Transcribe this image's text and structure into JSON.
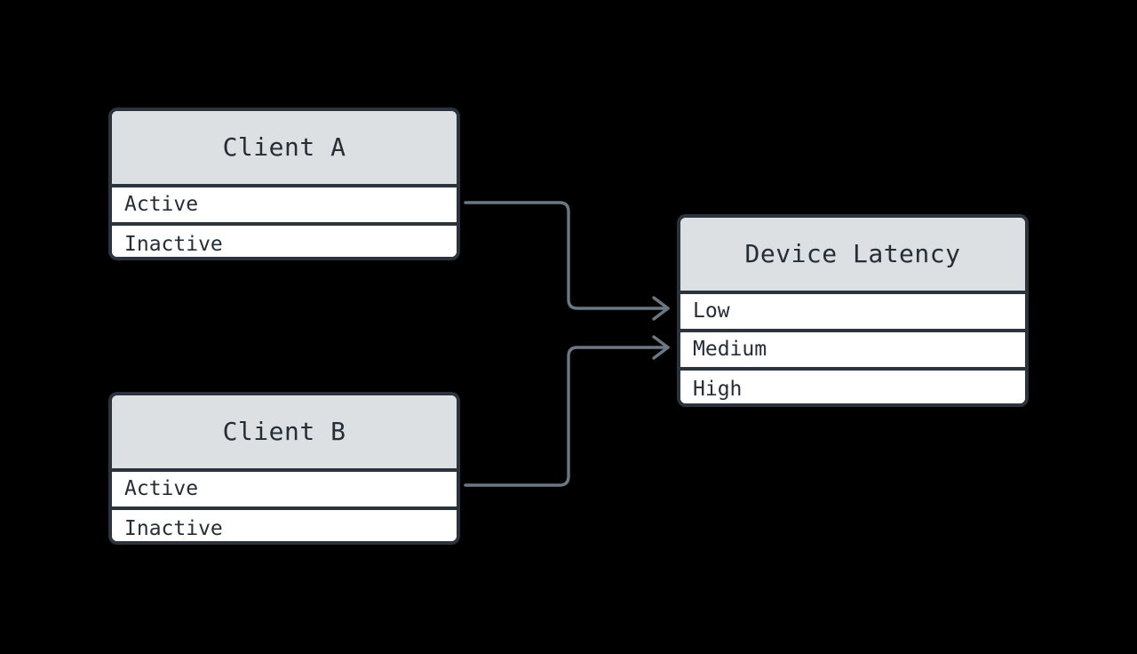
{
  "diagram": {
    "background_color": "#000000",
    "entity_border_color": "#2b333c",
    "entity_header_color": "#dce0e3",
    "entity_body_color": "#ffffff",
    "text_color": "#252d36",
    "connector_color": "#6b7884",
    "entities": [
      {
        "id": "client-a",
        "title": "Client A",
        "rows": [
          "Active",
          "Inactive"
        ]
      },
      {
        "id": "client-b",
        "title": "Client B",
        "rows": [
          "Active",
          "Inactive"
        ]
      },
      {
        "id": "device-latency",
        "title": "Device Latency",
        "rows": [
          "Low",
          "Medium",
          "High"
        ]
      }
    ],
    "connectors": [
      {
        "id": "client-a-active-to-device-latency-low",
        "from": "Client A.Active",
        "to": "Device Latency.Low",
        "arrowhead": "open-chevron"
      },
      {
        "id": "client-b-active-to-device-latency-medium",
        "from": "Client B.Active",
        "to": "Device Latency.Medium",
        "arrowhead": "open-chevron"
      }
    ]
  }
}
